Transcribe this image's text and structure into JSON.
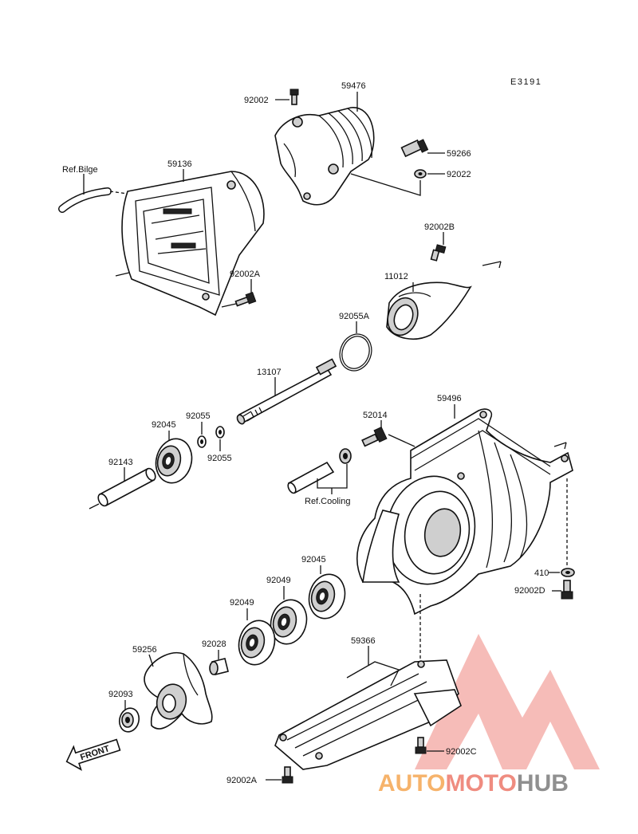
{
  "diagram": {
    "code": "E3191",
    "front_label": "FRONT",
    "watermark": {
      "part1": "AUTO",
      "part2": "MOTO",
      "part3": "HUB"
    },
    "labels": {
      "p92002": "92002",
      "p59476": "59476",
      "p59266": "59266",
      "p92022": "92022",
      "refBilge": "Ref.Bilge",
      "p59136": "59136",
      "p92002B": "92002B",
      "p92002A_top": "92002A",
      "p11012": "11012",
      "p92055A": "92055A",
      "p13107": "13107",
      "p92055_a": "92055",
      "p92055_b": "92055",
      "p92045_top": "92045",
      "p92143": "92143",
      "p52014": "52014",
      "p59496": "59496",
      "refCooling": "Ref.Cooling",
      "p92045_mid": "92045",
      "p92049_a": "92049",
      "p92049_b": "92049",
      "p410": "410",
      "p92002D": "92002D",
      "p59256": "59256",
      "p92028": "92028",
      "p59366": "59366",
      "p92093": "92093",
      "p92002C": "92002C",
      "p92002A_bottom": "92002A"
    }
  }
}
